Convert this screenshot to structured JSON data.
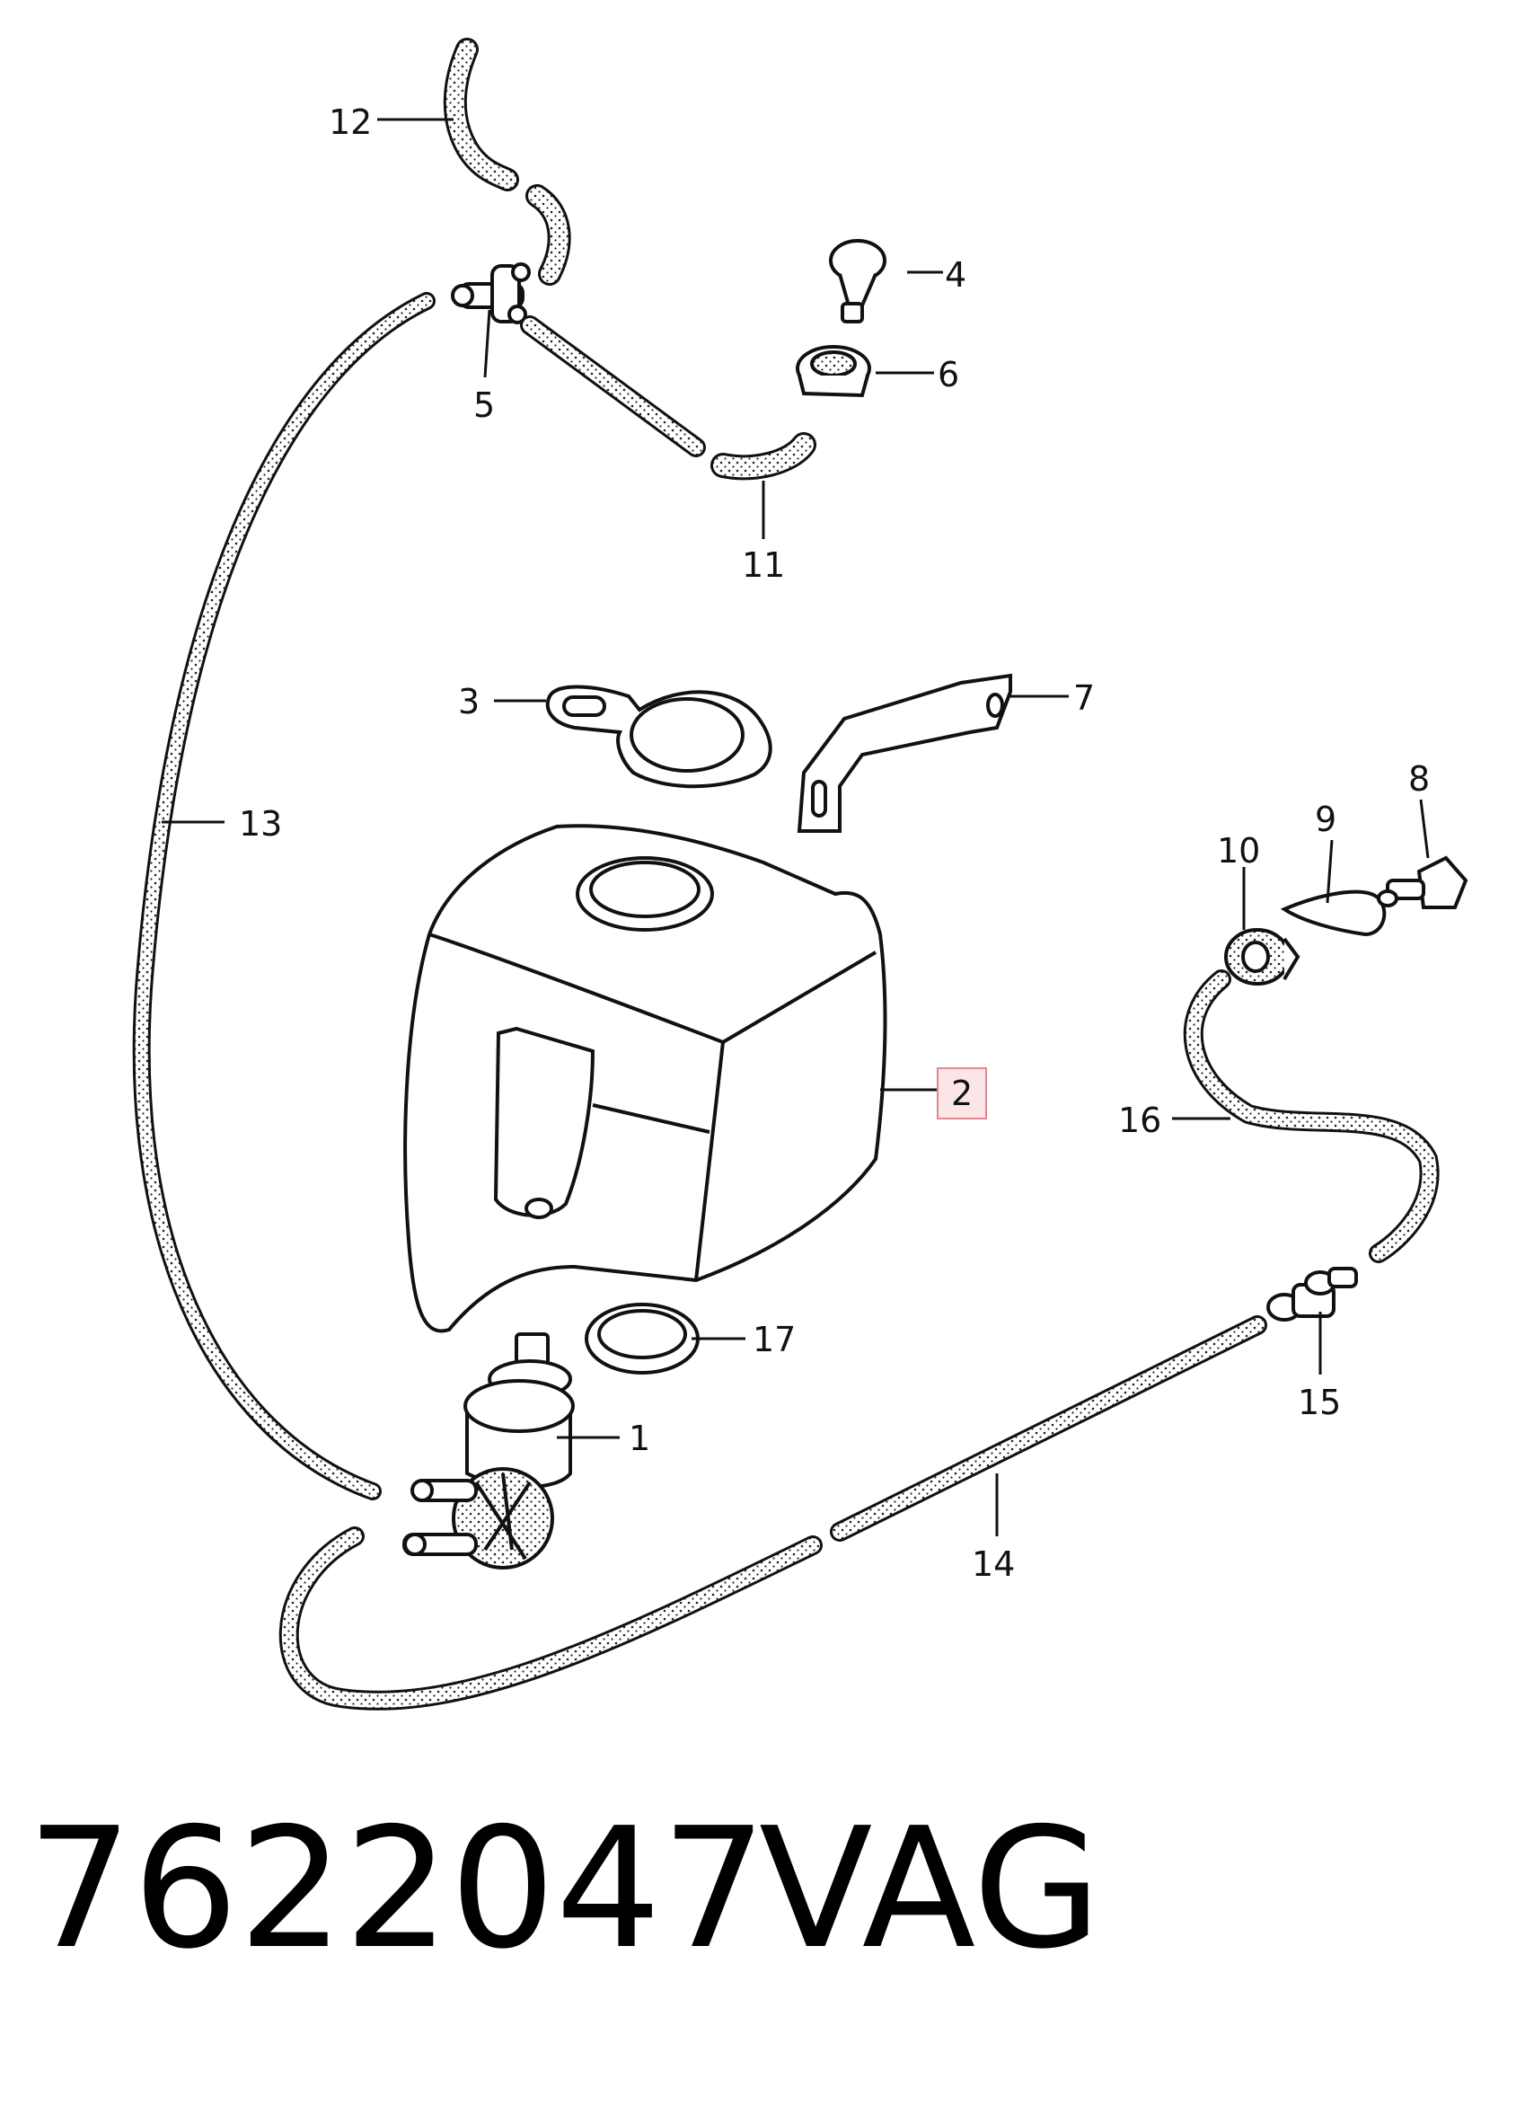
{
  "callouts": [
    {
      "id": "1",
      "text": "1"
    },
    {
      "id": "2",
      "text": "2",
      "highlighted": true
    },
    {
      "id": "3",
      "text": "3"
    },
    {
      "id": "4",
      "text": "4"
    },
    {
      "id": "5",
      "text": "5"
    },
    {
      "id": "6",
      "text": "6"
    },
    {
      "id": "7",
      "text": "7"
    },
    {
      "id": "8",
      "text": "8"
    },
    {
      "id": "9",
      "text": "9"
    },
    {
      "id": "10",
      "text": "10"
    },
    {
      "id": "11",
      "text": "11"
    },
    {
      "id": "12",
      "text": "12"
    },
    {
      "id": "13",
      "text": "13"
    },
    {
      "id": "14",
      "text": "14"
    },
    {
      "id": "15",
      "text": "15"
    },
    {
      "id": "16",
      "text": "16"
    },
    {
      "id": "17",
      "text": "17"
    }
  ],
  "footer": {
    "part_number": "7622047",
    "brand": "VAG"
  },
  "colors": {
    "line": "#111111",
    "highlight_border": "#e0878f",
    "highlight_fill": "#fbe5e7"
  }
}
